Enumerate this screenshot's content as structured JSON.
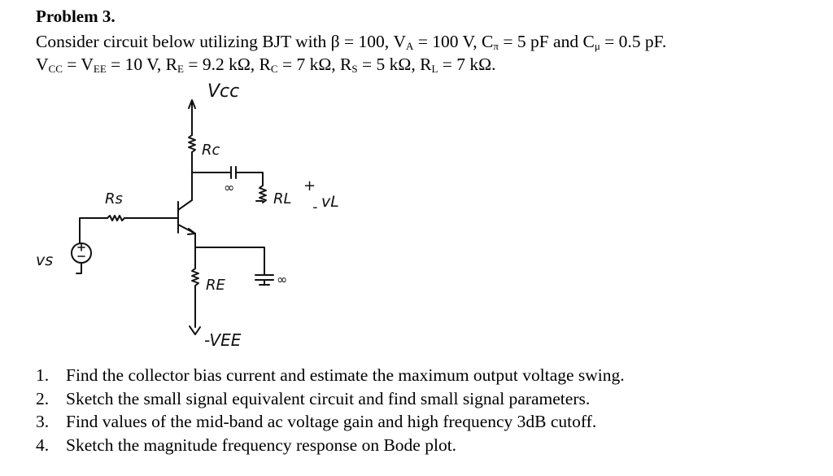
{
  "problem": {
    "title": "Problem 3.",
    "line1": {
      "intro": "Consider circuit below utilizing BJT with β = 100, V",
      "sub_a": "A",
      "p2": " = 100 V, C",
      "sub_pi": "π",
      "p3": " = 5 pF and C",
      "sub_mu": "μ",
      "p4": " = 0.5 pF."
    },
    "line2": {
      "v": "V",
      "sub_cc": "CC",
      "p1": " = V",
      "sub_ee": "EE",
      "p2": " = 10 V, R",
      "sub_e": "E",
      "p3": " = 9.2 kΩ, R",
      "sub_c": "C",
      "p4": " = 7 kΩ, R",
      "sub_s": "S",
      "p5": " = 5 kΩ, R",
      "sub_l": "L",
      "p6": " = 7 kΩ."
    }
  },
  "circuit": {
    "vcc": "Vcc",
    "rc": "Rc",
    "rs": "Rs",
    "rl": "RL",
    "vl": "vL",
    "plus": "+",
    "minus": "-",
    "re": "RE",
    "vee": "-VEE",
    "vs": "vs",
    "inf": "∞",
    "inf2": "∞"
  },
  "tasks": [
    {
      "num": "1.",
      "text": "Find the collector bias current and estimate the maximum output voltage swing."
    },
    {
      "num": "2.",
      "text": "Sketch the small signal equivalent circuit and find small signal parameters."
    },
    {
      "num": "3.",
      "text": "Find values of the mid-band ac voltage gain and high frequency 3dB cutoff."
    },
    {
      "num": "4.",
      "text": "Sketch the magnitude frequency response on Bode plot."
    }
  ]
}
